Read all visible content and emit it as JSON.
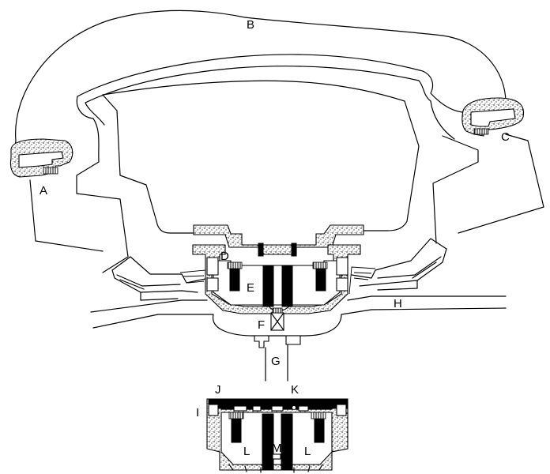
{
  "labels": {
    "A": "A",
    "B": "B",
    "C": "C",
    "D": "D",
    "E": "E",
    "F": "F",
    "G": "G",
    "H": "H",
    "I": "I",
    "J": "J",
    "K": "K",
    "L_left": "L",
    "L_right": "L",
    "M": "M"
  },
  "colors": {
    "line": "#000000",
    "background": "#ffffff",
    "masonry_fill": "stipple"
  }
}
